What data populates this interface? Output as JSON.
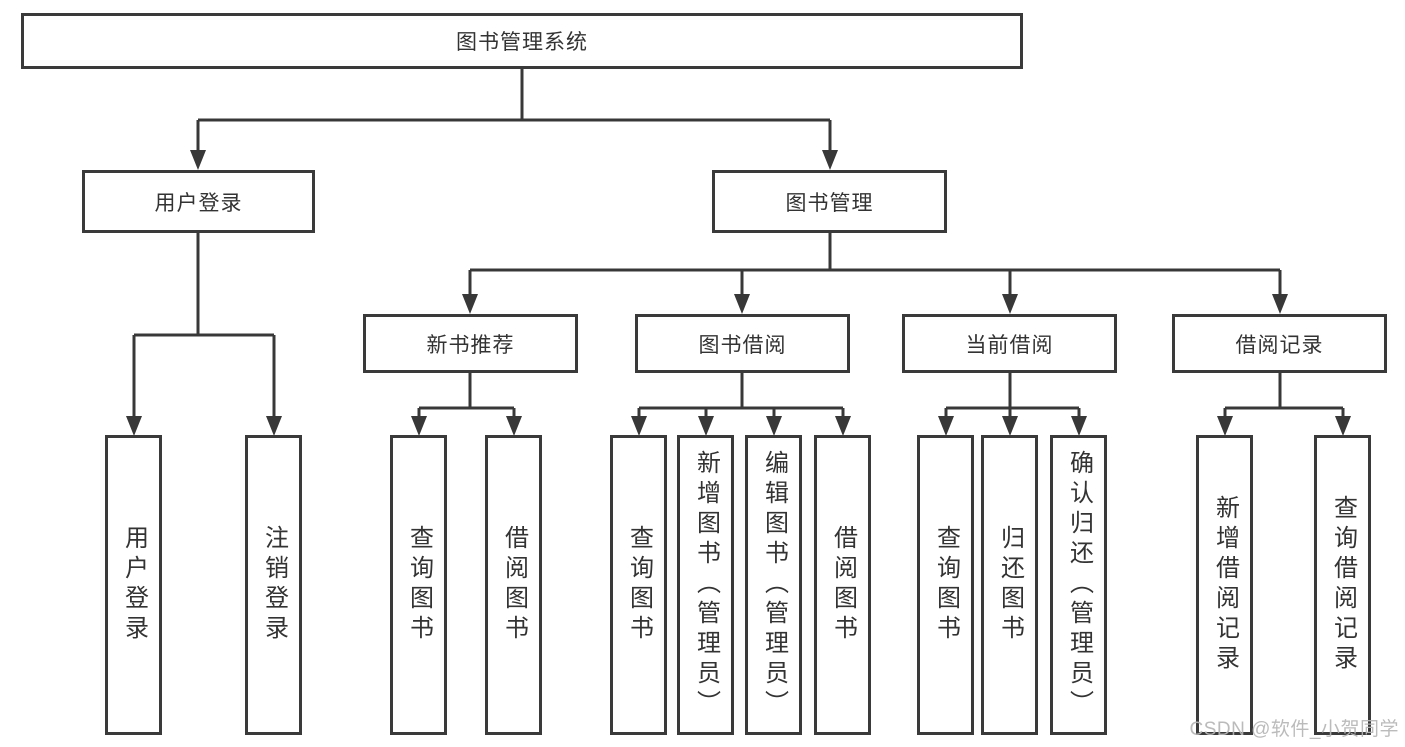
{
  "diagram": {
    "type": "hierarchy-tree",
    "colors": {
      "background": "#ffffff",
      "line": "#383838",
      "box_border": "#3a3a3a",
      "text": "#333333",
      "watermark": "#b6b6b6"
    }
  },
  "tree": {
    "label": "图书管理系统",
    "children": [
      {
        "label": "用户登录",
        "children": [
          {
            "label": "用户登录"
          },
          {
            "label": "注销登录"
          }
        ]
      },
      {
        "label": "图书管理",
        "children": [
          {
            "label": "新书推荐",
            "children": [
              {
                "label": "查询图书"
              },
              {
                "label": "借阅图书"
              }
            ]
          },
          {
            "label": "图书借阅",
            "children": [
              {
                "label": "查询图书"
              },
              {
                "label": "新增图书（管理员）"
              },
              {
                "label": "编辑图书（管理员）"
              },
              {
                "label": "借阅图书"
              }
            ]
          },
          {
            "label": "当前借阅",
            "children": [
              {
                "label": "查询图书"
              },
              {
                "label": "归还图书"
              },
              {
                "label": "确认归还（管理员）"
              }
            ]
          },
          {
            "label": "借阅记录",
            "children": [
              {
                "label": "新增借阅记录"
              },
              {
                "label": "查询借阅记录"
              }
            ]
          }
        ]
      }
    ]
  },
  "watermark": {
    "text": "CSDN @软件_小贺同学"
  }
}
